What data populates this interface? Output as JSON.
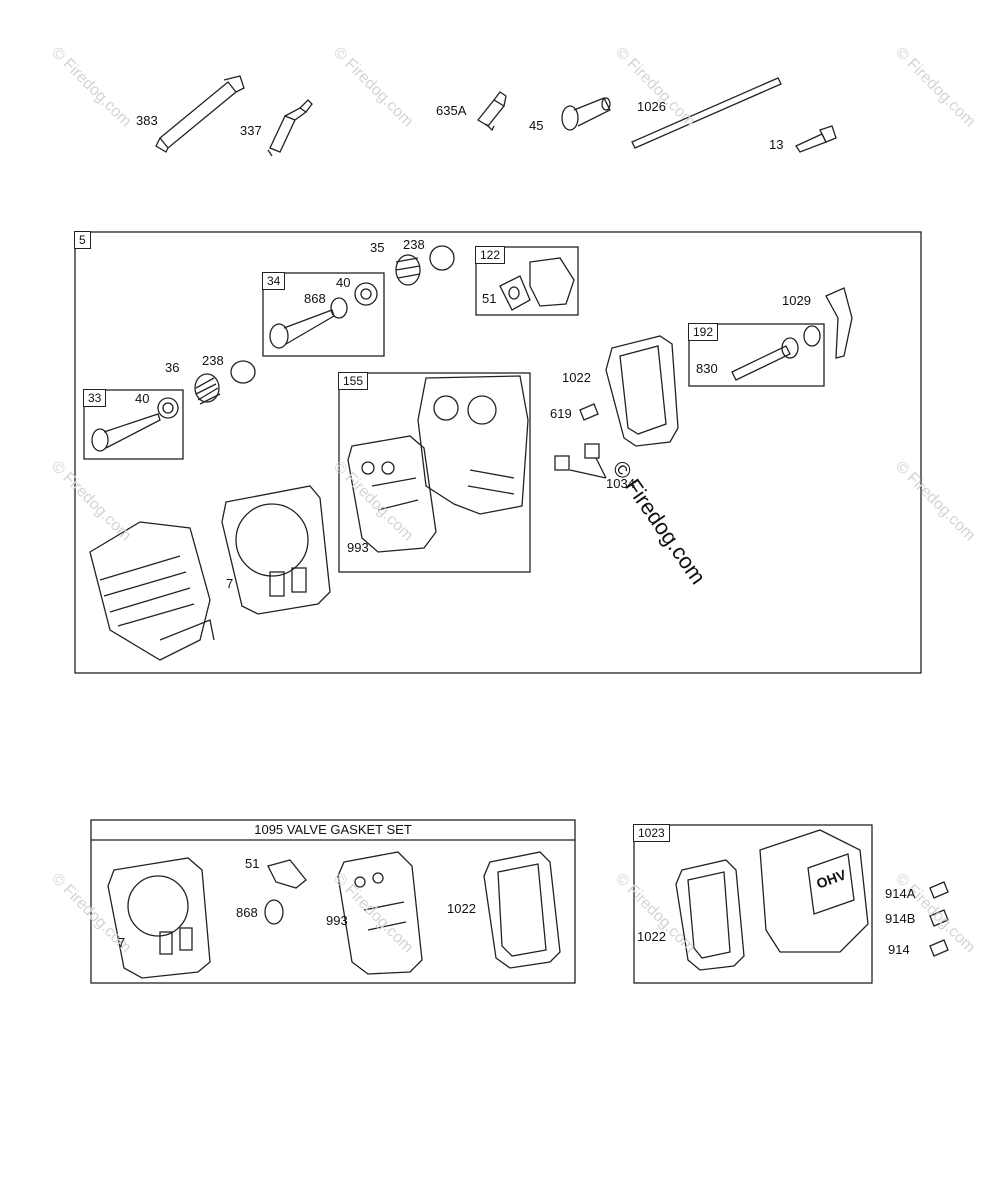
{
  "watermark": "© Firedog.com",
  "top_row": {
    "labels": [
      "383",
      "337",
      "635A",
      "45",
      "1026",
      "13"
    ]
  },
  "assembly": {
    "box_number": "5",
    "labels": {
      "l35": "35",
      "l238a": "238",
      "l36": "36",
      "l238b": "238",
      "l40a": "40",
      "l40b": "40",
      "l868": "868",
      "l51": "51",
      "l1029": "1029",
      "l830": "830",
      "l1022": "1022",
      "l619": "619",
      "l1034": "1034",
      "l993": "993",
      "l7": "7"
    },
    "subboxes": {
      "b33": "33",
      "b34": "34",
      "b122": "122",
      "b155": "155",
      "b192": "192"
    }
  },
  "gasket_set": {
    "title": "1095 VALVE GASKET SET",
    "labels": {
      "l51": "51",
      "l868": "868",
      "l993": "993",
      "l1022": "1022",
      "l7": "7"
    }
  },
  "cover_set": {
    "box_number": "1023",
    "cover_text": "OHV",
    "labels": {
      "l1022": "1022",
      "l914A": "914A",
      "l914B": "914B",
      "l914": "914"
    }
  }
}
